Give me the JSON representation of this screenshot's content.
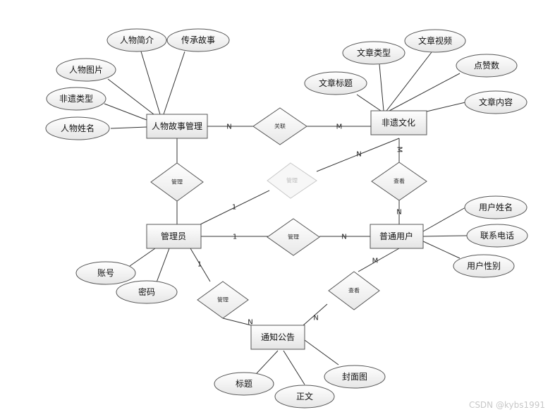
{
  "entities": {
    "story": "人物故事管理",
    "culture": "非遗文化",
    "admin": "管理员",
    "user": "普通用户",
    "notice": "通知公告"
  },
  "attributes": {
    "story_intro": "人物简介",
    "story_legacy": "传承故事",
    "story_image": "人物图片",
    "story_type": "非遗类型",
    "story_name": "人物姓名",
    "article_type": "文章类型",
    "article_video": "文章视频",
    "article_title": "文章标题",
    "article_likes": "点赞数",
    "article_content": "文章内容",
    "admin_account": "账号",
    "admin_password": "密码",
    "user_name": "用户姓名",
    "user_phone": "联系电话",
    "user_gender": "用户性别",
    "notice_title": "标题",
    "notice_body": "正文",
    "notice_cover": "封面图"
  },
  "relationships": {
    "link": "关联",
    "manage_story": "管理",
    "manage_culture": "管理",
    "view_culture": "查看",
    "manage_user": "管理",
    "manage_notice": "管理",
    "view_notice": "查看"
  },
  "cardinalities": {
    "story_link": "N",
    "culture_link": "M",
    "culture_admin_culture": "N",
    "culture_admin_admin": "1",
    "culture_view_culture": "M",
    "culture_view_user": "N",
    "admin_user_admin": "1",
    "admin_user_user": "N",
    "admin_notice_admin": "1",
    "admin_notice_notice": "N",
    "user_notice_user": "M",
    "user_notice_notice": "N"
  },
  "watermark": "CSDN @kybs1991"
}
